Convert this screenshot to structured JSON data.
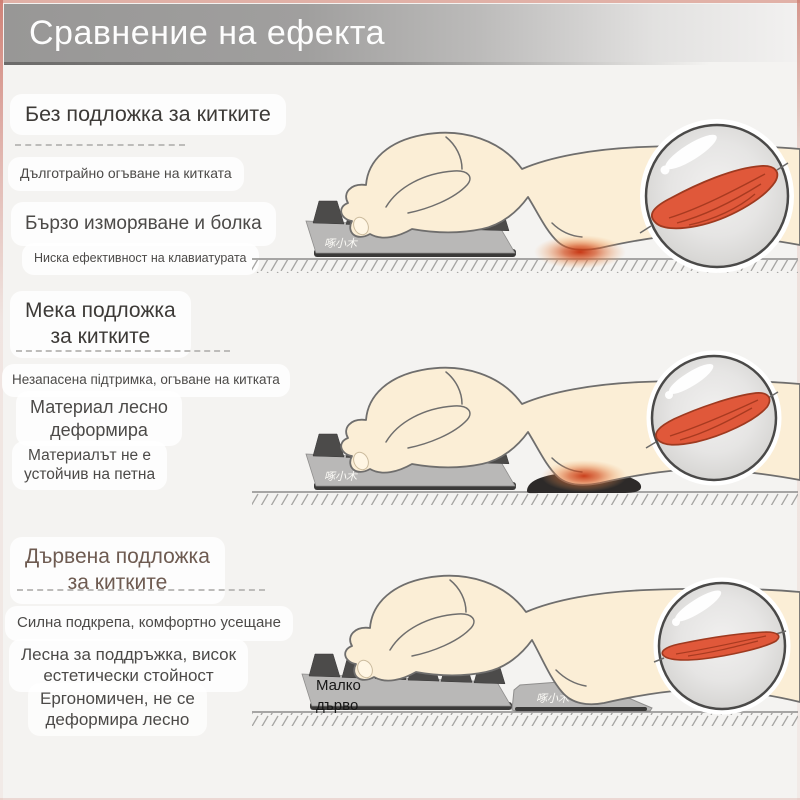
{
  "header": {
    "title": "Сравнение на ефекта"
  },
  "sections": [
    {
      "title_line1": "Без подложка за китките",
      "title_line2": "",
      "labels": [
        {
          "line1": "Дълготрайно огъване на китката",
          "line2": ""
        },
        {
          "line1": "Бързо изморяване и болка",
          "line2": ""
        },
        {
          "line1": "Ниска ефективност на клавиатурата",
          "line2": ""
        }
      ],
      "keyboard_brand": "啄小木"
    },
    {
      "title_line1": "Мека подложка",
      "title_line2": "за китките",
      "labels": [
        {
          "line1": "Незапасена підтримка, огъване на китката",
          "line2": ""
        },
        {
          "line1": "Материал лесно",
          "line2": "деформира"
        },
        {
          "line1": "Материалът не е",
          "line2": "устойчив на петна"
        }
      ],
      "keyboard_brand": "啄小木"
    },
    {
      "title_line1": "Дървена подложка",
      "title_line2": "за китките",
      "labels": [
        {
          "line1": "Силна подкрепа, комфортно усещане",
          "line2": ""
        },
        {
          "line1": "Лесна за поддръжка, висок",
          "line2": "естетически стойност"
        },
        {
          "line1": "Ергономичен, не се",
          "line2": "деформира лесно"
        }
      ],
      "keyboard_brand": "啄小木",
      "keyboard_label_line1": "Малко",
      "keyboard_label_line2": "дърво"
    }
  ],
  "colors": {
    "banner_gray": "#989796",
    "background": "#f4f3f1",
    "edge_pink": "#dda49a",
    "muscle_red": "#e0583a",
    "glow_red": "#c42c08",
    "skin": "#fbeed6",
    "soft_pad_black": "#2d2a29",
    "keyboard_gray": "#b9b8b7",
    "key_dark": "#4c4b4a",
    "wood_title_brown": "#6e5b51"
  }
}
